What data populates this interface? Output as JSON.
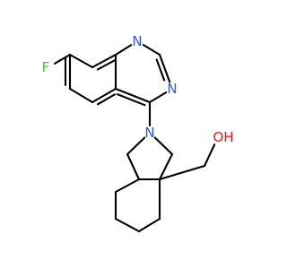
{
  "molecule": {
    "atoms": {
      "fluorine": "F",
      "n_upper": "N",
      "n_lower": "N",
      "n_amine": "N",
      "oh": "OH"
    },
    "colors": {
      "bond": "#000000",
      "fluorine": "#33cc33",
      "nitrogen": "#3050f8",
      "oxygen": "#ff0d0d"
    }
  }
}
